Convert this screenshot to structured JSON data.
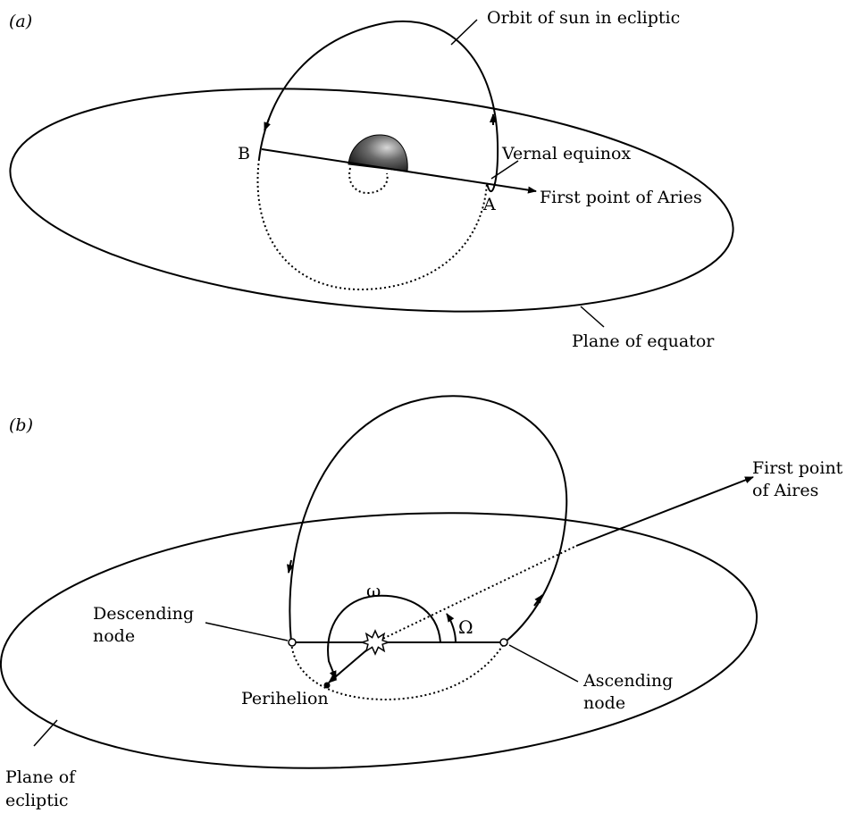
{
  "panel_a": {
    "tag": "(a)",
    "orbit_label": "Orbit of sun in ecliptic",
    "equinox_label": "Vernal equinox",
    "aries_label": "First point of Aries",
    "point_a": "A",
    "point_b": "B",
    "plane_label": "Plane of equator"
  },
  "panel_b": {
    "tag": "(b)",
    "aries_line1": "First point",
    "aries_line2": "of Aires",
    "descending_line1": "Descending",
    "descending_line2": "node",
    "ascending_line1": "Ascending",
    "ascending_line2": "node",
    "perihelion_label": "Perihelion",
    "omega_lower": "ω",
    "omega_upper": "Ω",
    "plane_line1": "Plane of",
    "plane_line2": "ecliptic"
  }
}
